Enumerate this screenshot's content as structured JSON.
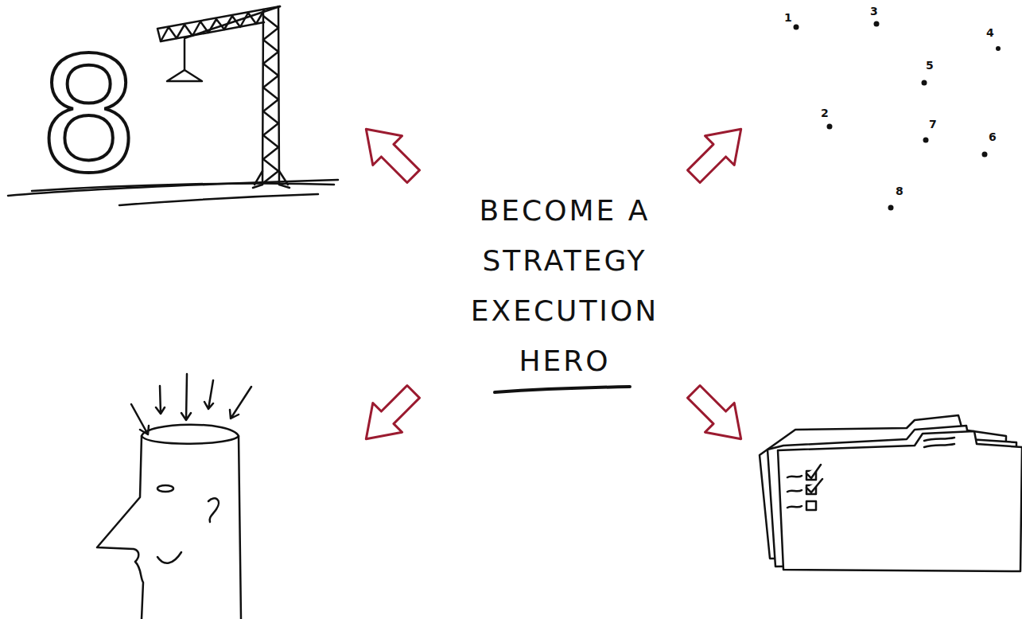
{
  "diagram": {
    "title": "BECOME A STRATEGY EXECUTION HERO",
    "labels": [
      "8",
      "1",
      "3",
      "4",
      "5",
      "2",
      "7",
      "6",
      "8"
    ]
  }
}
